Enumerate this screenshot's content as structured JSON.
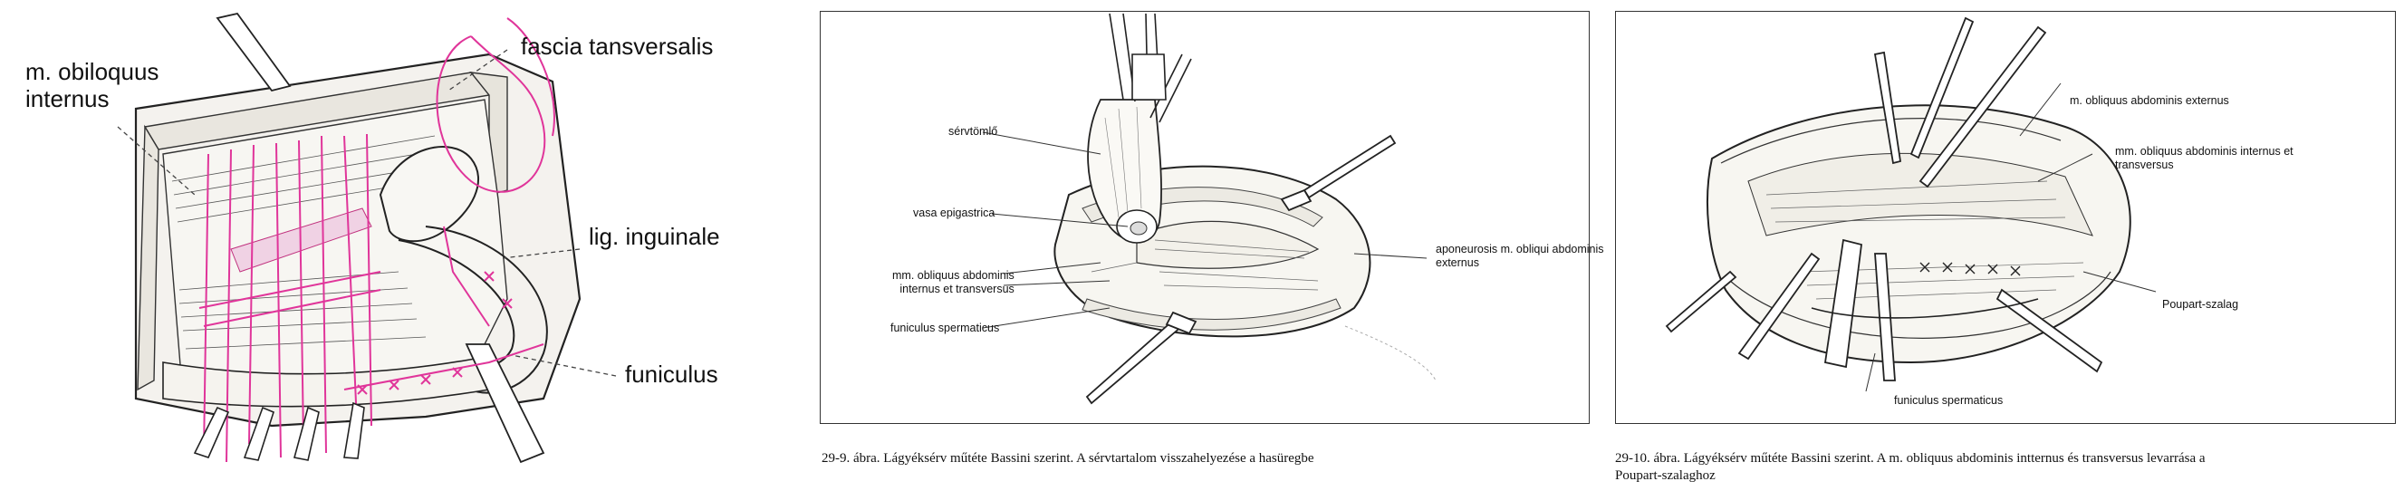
{
  "figure1": {
    "labels": {
      "obliquus": "m. obiloquus\ninternus",
      "fascia": "fascia tansversalis",
      "ligament": "lig. inguinale",
      "funiculus": "funiculus"
    }
  },
  "figure2": {
    "labels": {
      "hernia_sac": "sérvtömlő",
      "vasa": "vasa epigastrica",
      "obliquus": "mm. obliquus abdominis\ninternus et transversus",
      "funiculus": "funiculus spermaticus",
      "aponeurosis": "aponeurosis m. obliqui abdominis\nexternus"
    },
    "caption": "29-9. ábra. Lágyéksérv műtéte Bassini szerint. A sérvtartalom visszahelyezése a hasüregbe"
  },
  "figure3": {
    "labels": {
      "externus": "m. obliquus abdominis externus",
      "internus": "mm. obliquus abdominis internus et\ntransversus",
      "poupart": "Poupart-szalag",
      "funiculus": "funiculus spermaticus"
    },
    "caption": "29-10. ábra. Lágyéksérv műtéte Bassini szerint. A m. obliquus abdominis intternus és transversus levarrása a\nPoupart-szalaghoz"
  },
  "colors": {
    "suture": "#e0359a",
    "line": "#222222",
    "tissue": "#f3f1ec"
  }
}
